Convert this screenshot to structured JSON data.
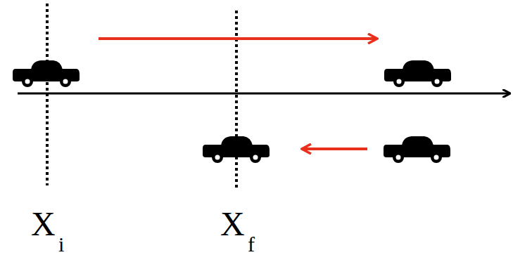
{
  "diagram": {
    "labels": [
      "X",
      "i",
      "X",
      "f"
    ]
  }
}
